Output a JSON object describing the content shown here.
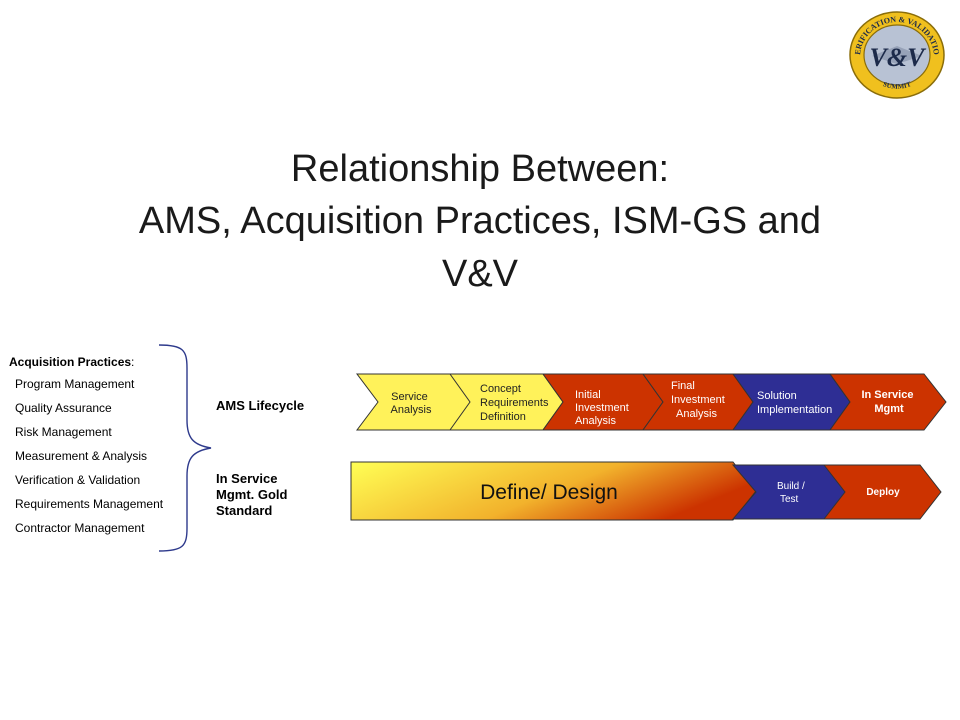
{
  "title": {
    "line1": "Relationship Between:",
    "line2": "AMS, Acquisition Practices, ISM-GS and",
    "line3": "V&V"
  },
  "logo": {
    "icon": "vv-summit-seal-icon",
    "top_text": "VERIFICATION & VALIDATION",
    "bottom_text": "SUMMIT",
    "monogram": "V&V",
    "colors": {
      "ring": "#f0c01e",
      "edge": "#8a6d0a",
      "inner": "#b8c2d4",
      "letter": "#1c2a4a"
    }
  },
  "acquisition_practices": {
    "header": "Acquisition Practices",
    "header_colon": ":",
    "items": [
      "Program Management",
      "Quality Assurance",
      "Risk Management",
      "Measurement & Analysis",
      "Verification & Validation",
      "Requirements Management",
      "Contractor Management"
    ]
  },
  "labels": {
    "ams": "AMS Lifecycle",
    "ism": [
      "In Service",
      "Mgmt. Gold",
      "Standard"
    ]
  },
  "ams_phases": [
    {
      "lines": [
        "Service",
        "Analysis"
      ],
      "fill": "#fff25a",
      "text_color": "#222222"
    },
    {
      "lines": [
        "Concept",
        "Requirements",
        "Definition"
      ],
      "fill": "#fff25a",
      "text_color": "#222222"
    },
    {
      "lines": [
        "Initial",
        "Investment",
        "Analysis"
      ],
      "fill": "#cc3300",
      "text_color": "#ffffff"
    },
    {
      "lines": [
        "Final",
        "Investment",
        "Analysis"
      ],
      "fill": "#cc3300",
      "text_color": "#ffffff"
    },
    {
      "lines": [
        "Solution",
        "Implementation"
      ],
      "fill": "#2e2e94",
      "text_color": "#ffffff"
    },
    {
      "lines": [
        "In Service",
        "Mgmt"
      ],
      "fill": "#cc3300",
      "text_color": "#ffffff"
    }
  ],
  "ism_phases": [
    {
      "lines": [
        "Define/ Design"
      ],
      "gradient": [
        "#ffff55",
        "#f2b22c",
        "#cc3300"
      ],
      "text_color": "#111111"
    },
    {
      "lines": [
        "Build /",
        "Test"
      ],
      "fill": "#2e2e94",
      "text_color": "#ffffff"
    },
    {
      "lines": [
        "Deploy"
      ],
      "fill": "#cc3300",
      "text_color": "#ffffff"
    }
  ]
}
